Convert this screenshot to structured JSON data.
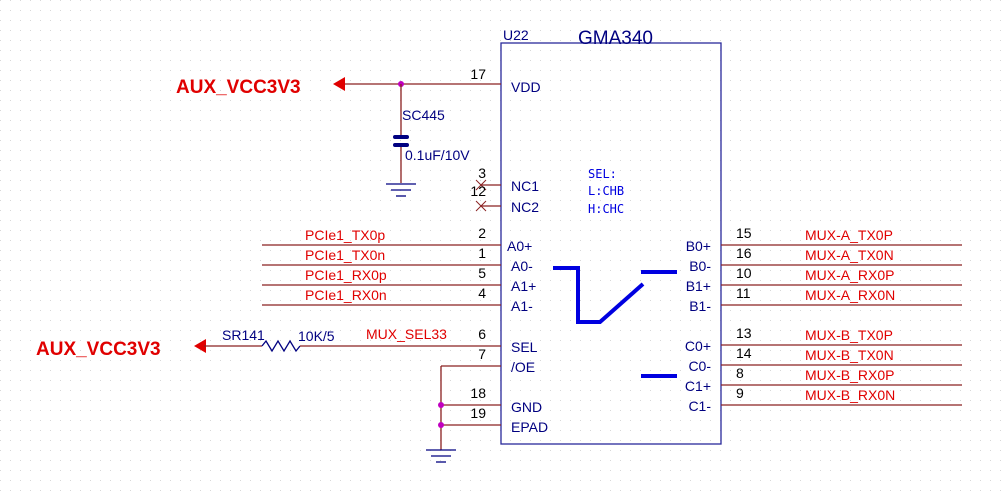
{
  "component": {
    "refdes": "U22",
    "part": "GMA340"
  },
  "power": {
    "left_top": "AUX_VCC3V3",
    "left_bottom": "AUX_VCC3V3"
  },
  "capacitor": {
    "refdes": "SC445",
    "value": "0.1uF/10V"
  },
  "resistor": {
    "refdes": "SR141",
    "value": "10K/5",
    "net": "MUX_SEL33"
  },
  "sel_note": {
    "line1": "SEL:",
    "line2": "L:CHB",
    "line3": "H:CHC"
  },
  "pins_left": [
    {
      "num": "17",
      "name": "VDD"
    },
    {
      "num": "3",
      "name": "NC1"
    },
    {
      "num": "12",
      "name": "NC2"
    },
    {
      "num": "2",
      "name": "A0+",
      "net": "PCIe1_TX0p"
    },
    {
      "num": "1",
      "name": "A0-",
      "net": "PCIe1_TX0n"
    },
    {
      "num": "5",
      "name": "A1+",
      "net": "PCIe1_RX0p"
    },
    {
      "num": "4",
      "name": "A1-",
      "net": "PCIe1_RX0n"
    },
    {
      "num": "6",
      "name": "SEL"
    },
    {
      "num": "7",
      "name": "/OE"
    },
    {
      "num": "18",
      "name": "GND"
    },
    {
      "num": "19",
      "name": "EPAD"
    }
  ],
  "pins_right": [
    {
      "num": "15",
      "name": "B0+",
      "net": "MUX-A_TX0P"
    },
    {
      "num": "16",
      "name": "B0-",
      "net": "MUX-A_TX0N"
    },
    {
      "num": "10",
      "name": "B1+",
      "net": "MUX-A_RX0P"
    },
    {
      "num": "11",
      "name": "B1-",
      "net": "MUX-A_RX0N"
    },
    {
      "num": "13",
      "name": "C0+",
      "net": "MUX-B_TX0P"
    },
    {
      "num": "14",
      "name": "C0-",
      "net": "MUX-B_TX0N"
    },
    {
      "num": "8",
      "name": "C1+",
      "net": "MUX-B_RX0P"
    },
    {
      "num": "9",
      "name": "C1-",
      "net": "MUX-B_RX0N"
    }
  ]
}
